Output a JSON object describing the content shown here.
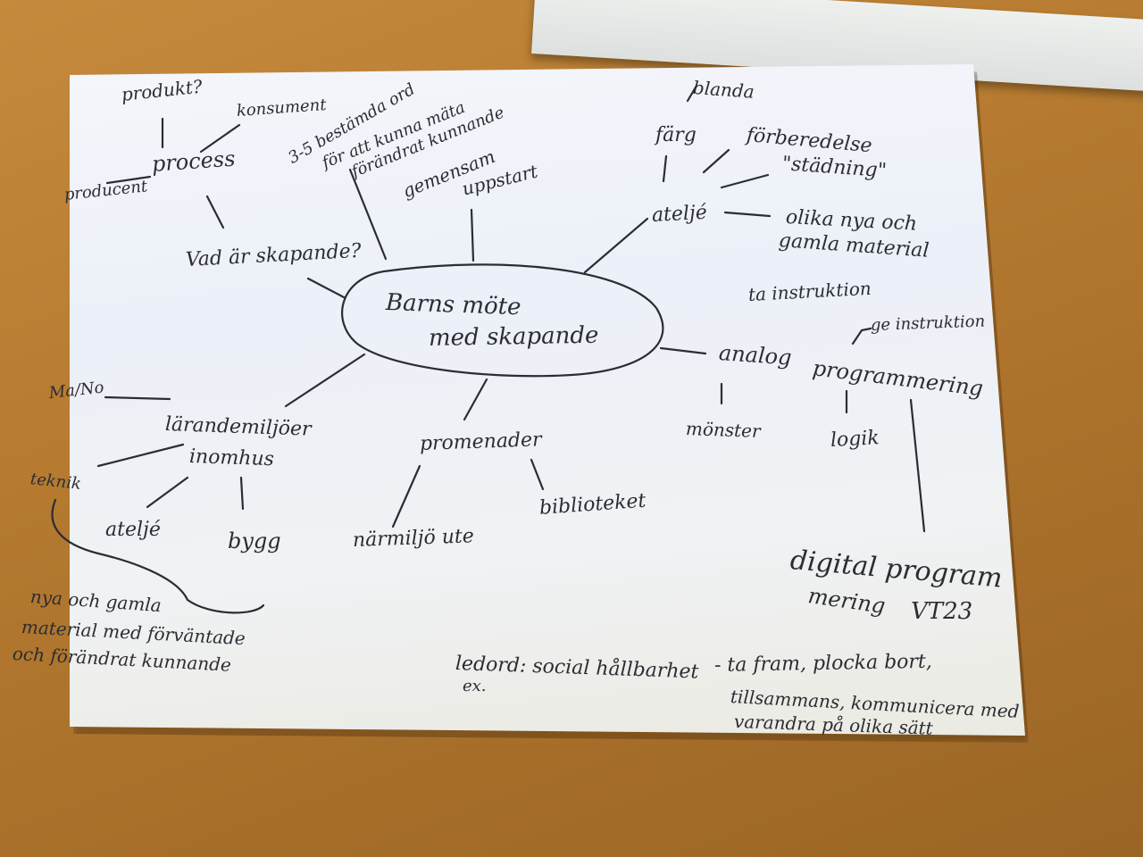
{
  "center": {
    "line1": "Barns möte",
    "line2": "med skapande"
  },
  "top_left": {
    "question": "Vad är skapande?",
    "process": "process",
    "produkt": "produkt?",
    "konsument": "konsument",
    "producent": "producent"
  },
  "top_center": {
    "ord_line1": "3-5 bestämda ord",
    "ord_line2": "för att kunna mäta",
    "ord_line3": "förändrat kunnande",
    "gemensam": "gemensam",
    "uppstart": "uppstart"
  },
  "top_right": {
    "atelje": "ateljé",
    "farg": "färg",
    "blanda": "blanda",
    "forberedelse": "förberedelse",
    "stadning": "\"städning\"",
    "material_line1": "olika nya och",
    "material_line2": "gamla material"
  },
  "right": {
    "analog": "analog",
    "programmering": "programmering",
    "ta_instruktion": "ta instruktion",
    "ge_instruktion": "ge instruktion",
    "monster": "mönster",
    "logik": "logik",
    "digital_line1": "digital program",
    "digital_line2": "mering",
    "vt23": "VT23"
  },
  "bottom_left": {
    "larandemiljoer": "lärandemiljöer",
    "inomhus": "inomhus",
    "mano": "Ma/No",
    "teknik": "teknik",
    "atelje": "ateljé",
    "bygg": "bygg",
    "note_line1": "nya och gamla",
    "note_line2": "material med förväntade",
    "note_line3": "och förändrat kunnande"
  },
  "bottom_center": {
    "promenader": "promenader",
    "narmiljo": "närmiljö ute",
    "biblioteket": "biblioteket"
  },
  "footer": {
    "ledord": "ledord: social hållbarhet",
    "ex": "ex.",
    "example_line1": "- ta fram, plocka bort,",
    "example_line2": "tillsammans, kommunicera med",
    "example_line3": "varandra på olika sätt"
  }
}
